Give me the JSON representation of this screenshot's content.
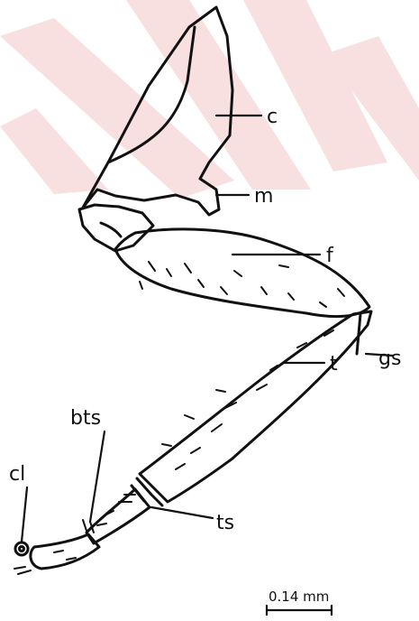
{
  "labels": {
    "c": "c",
    "m": "m",
    "f": "f",
    "gs": "gs",
    "t": "t",
    "bts": "bts",
    "cl": "cl",
    "ts": "ts"
  },
  "scale_bar": {
    "text": "0.14 mm"
  },
  "colors": {
    "ink": "#111111",
    "watermark": "#f6d6d6",
    "background": "#ffffff"
  }
}
